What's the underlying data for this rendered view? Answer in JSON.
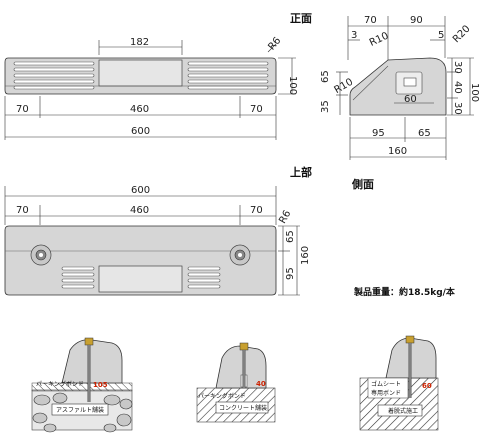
{
  "views": {
    "front": {
      "label": "正面",
      "dims": {
        "window": "182",
        "radius": "R6",
        "height": "100",
        "left": "70",
        "middle": "460",
        "right": "70",
        "total": "600"
      }
    },
    "side": {
      "label": "側面",
      "dims": {
        "top_a": "70",
        "top_b": "90",
        "small_a": "3",
        "r10a": "R10",
        "small_b": "5",
        "r20": "R20",
        "r10b": "R10",
        "h65": "65",
        "h35": "35",
        "mid60": "60",
        "r30a": "30",
        "r40": "40",
        "r30b": "30",
        "h100": "100",
        "b95": "95",
        "b65": "65",
        "total160": "160"
      }
    },
    "top": {
      "label": "上部",
      "dims": {
        "total": "600",
        "left": "70",
        "middle": "460",
        "right": "70",
        "radius": "R6",
        "h65": "65",
        "h160": "160",
        "h95": "95"
      }
    }
  },
  "weight": "製品重量：約18.5kg/本",
  "installs": [
    {
      "ground_label": "アスファルト舗装",
      "bond_label": "パーキングボンド",
      "depth": "105"
    },
    {
      "ground_label": "コンクリート舗装",
      "bond_label": "パーキングボンド",
      "depth": "40"
    },
    {
      "ground_label": "着脱式施工",
      "bond_label": "ゴムシート",
      "bond_label2": "専用ボンド",
      "depth": "60"
    }
  ]
}
